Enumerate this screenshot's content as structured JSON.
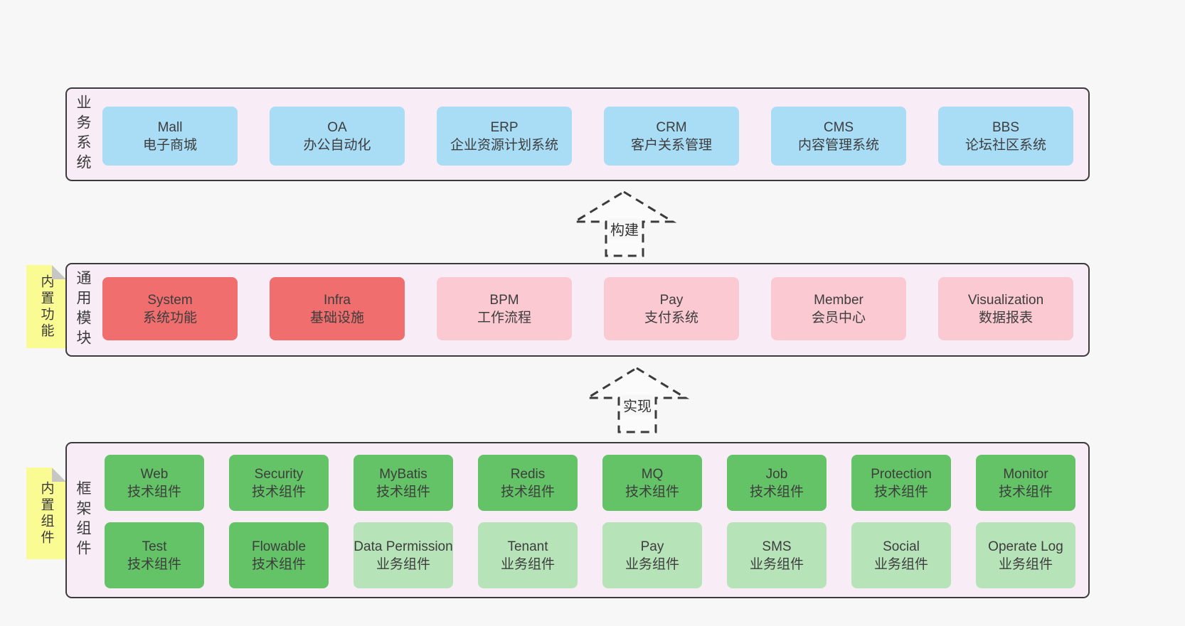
{
  "colors": {
    "page_bg": "#f7f7f7",
    "panel_bg": "#f8edf6",
    "panel_border": "#3b3b3b",
    "blue_box": "#a9dcf5",
    "red_box": "#f06e6e",
    "pink_box": "#fac9d1",
    "green_dark_box": "#63c366",
    "green_light_box": "#b7e3b9",
    "sticky_yellow": "#fbfb94",
    "text": "#3d3d3d"
  },
  "arrows": [
    {
      "label": "构建"
    },
    {
      "label": "实现"
    }
  ],
  "layers": {
    "business": {
      "label": "业务系统",
      "boxes": [
        {
          "title": "Mall",
          "subtitle": "电子商城"
        },
        {
          "title": "OA",
          "subtitle": "办公自动化"
        },
        {
          "title": "ERP",
          "subtitle": "企业资源计划系统"
        },
        {
          "title": "CRM",
          "subtitle": "客户关系管理"
        },
        {
          "title": "CMS",
          "subtitle": "内容管理系统"
        },
        {
          "title": "BBS",
          "subtitle": "论坛社区系统"
        }
      ]
    },
    "modules": {
      "label": "通用模块",
      "sticky": "内置功能",
      "boxes": [
        {
          "title": "System",
          "subtitle": "系统功能"
        },
        {
          "title": "Infra",
          "subtitle": "基础设施"
        },
        {
          "title": "BPM",
          "subtitle": "工作流程"
        },
        {
          "title": "Pay",
          "subtitle": "支付系统"
        },
        {
          "title": "Member",
          "subtitle": "会员中心"
        },
        {
          "title": "Visualization",
          "subtitle": "数据报表"
        }
      ]
    },
    "components": {
      "label": "框架组件",
      "sticky": "内置组件",
      "row1": [
        {
          "title": "Web",
          "subtitle": "技术组件"
        },
        {
          "title": "Security",
          "subtitle": "技术组件"
        },
        {
          "title": "MyBatis",
          "subtitle": "技术组件"
        },
        {
          "title": "Redis",
          "subtitle": "技术组件"
        },
        {
          "title": "MQ",
          "subtitle": "技术组件"
        },
        {
          "title": "Job",
          "subtitle": "技术组件"
        },
        {
          "title": "Protection",
          "subtitle": "技术组件"
        },
        {
          "title": "Monitor",
          "subtitle": "技术组件"
        }
      ],
      "row2": [
        {
          "title": "Test",
          "subtitle": "技术组件"
        },
        {
          "title": "Flowable",
          "subtitle": "技术组件"
        },
        {
          "title": "Data Permission",
          "subtitle": "业务组件"
        },
        {
          "title": "Tenant",
          "subtitle": "业务组件"
        },
        {
          "title": "Pay",
          "subtitle": "业务组件"
        },
        {
          "title": "SMS",
          "subtitle": "业务组件"
        },
        {
          "title": "Social",
          "subtitle": "业务组件"
        },
        {
          "title": "Operate Log",
          "subtitle": "业务组件"
        }
      ]
    }
  }
}
